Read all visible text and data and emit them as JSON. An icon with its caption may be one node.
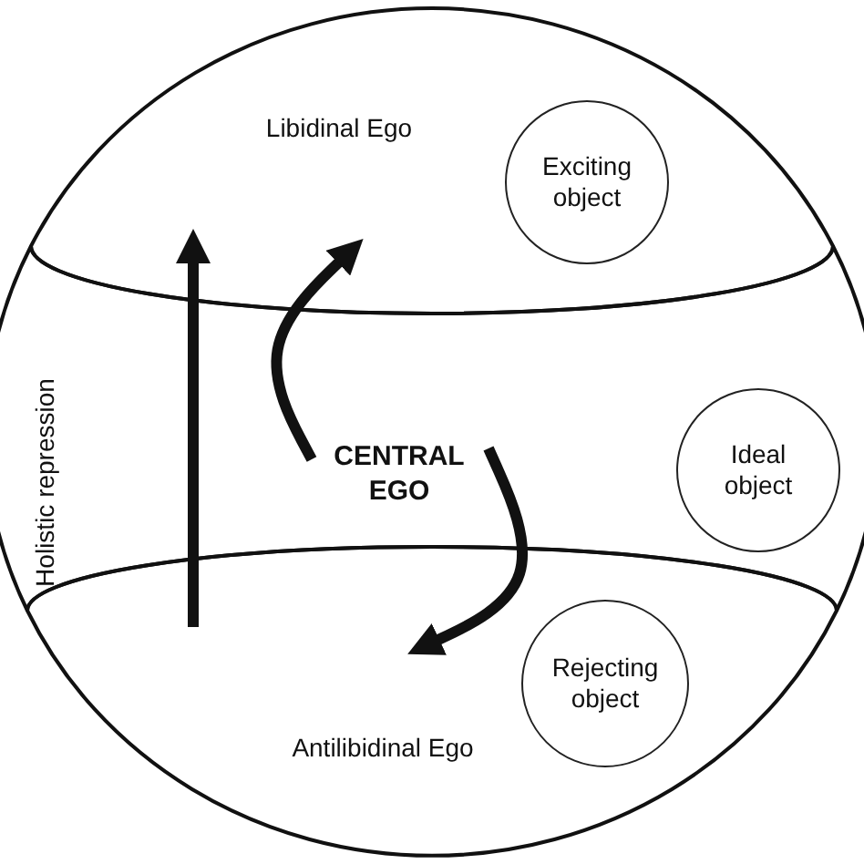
{
  "diagram": {
    "nodes": [
      {
        "text": [
          "Libidinal Ego"
        ]
      },
      {
        "text": [],
        "shape": "band"
      },
      {
        "text": [
          "CENTRAL EGO"
        ],
        "in": 1
      },
      {
        "text": [
          "Antilibidinal Ego"
        ]
      },
      {
        "text": [
          "Exciting object"
        ],
        "in": 0
      },
      {
        "text": [
          "Ideal object"
        ],
        "in": 1
      },
      {
        "text": [
          "Rejecting object"
        ],
        "in": 3
      }
    ],
    "edges": [
      {
        "from": 2,
        "to": 0,
        "arrow": "to"
      },
      {
        "from": 2,
        "to": 3,
        "arrow": "to"
      },
      {
        "from": 3,
        "to": 0,
        "arrow": "to"
      }
    ],
    "labels": [
      "Holistic repression"
    ]
  }
}
